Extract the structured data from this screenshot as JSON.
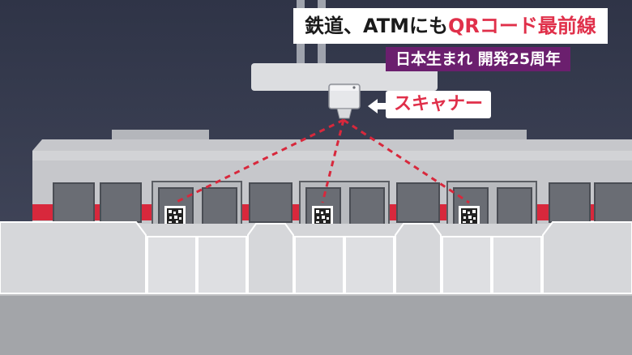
{
  "headline": {
    "part1": "鉄道、ATMにも",
    "part2": "QRコード最前線"
  },
  "subheadline": "日本生まれ 開発25周年",
  "scanner_label": "スキャナー",
  "colors": {
    "accent_red": "#e0304a",
    "subtitle_bg": "#6b1f6e",
    "background": "#3a3f52",
    "train_stripe": "#d8283c"
  },
  "icons": [
    "scanner-icon",
    "arrow-left-icon",
    "qr-code-icon"
  ]
}
